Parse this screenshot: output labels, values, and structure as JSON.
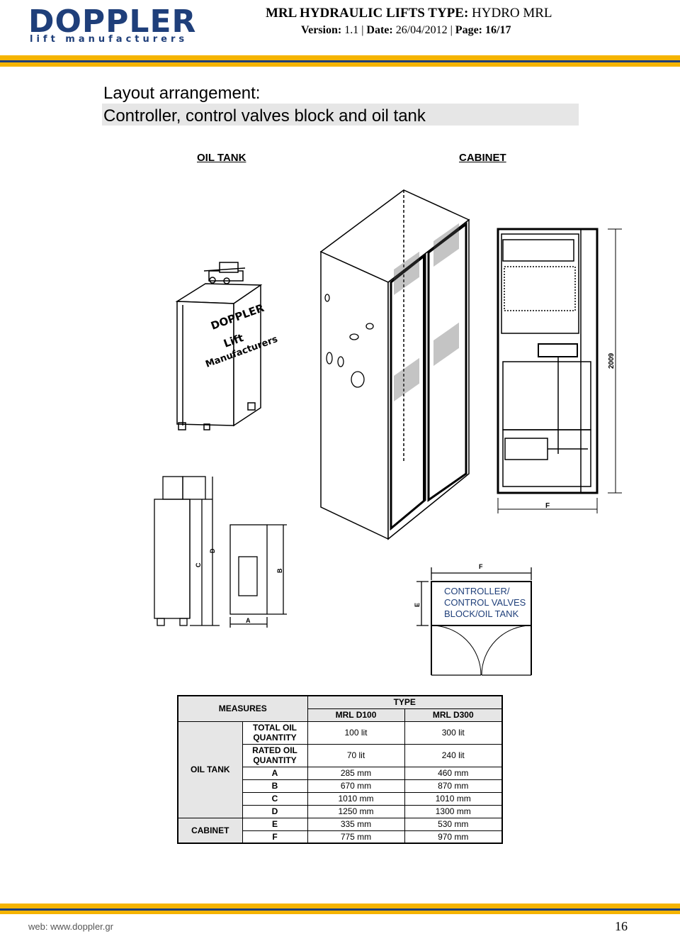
{
  "header": {
    "logo_text": "DOPPLER",
    "logo_sub": "lift manufacturers",
    "doc_title_label": "MRL HYDRAULIC LIFTS TYPE:",
    "doc_title_value": "HYDRO MRL",
    "version_label": "Version:",
    "version_value": "1.1",
    "date_label": "Date:",
    "date_value": "26/04/2012",
    "page_label": "Page:",
    "page_value": "16/17",
    "colors": {
      "brand_blue": "#1f3f7a",
      "brand_yellow": "#f5b400"
    }
  },
  "section": {
    "title_line1": "Layout arrangement:",
    "title_line2": "Controller, control valves block and oil tank"
  },
  "drawings": {
    "oil_tank_caption": "OIL TANK",
    "cabinet_caption": "CABINET",
    "tank_brand": "DOPPLER",
    "tank_lift": "Lift",
    "tank_manufacturers": "Manufacturers",
    "dim_a": "A",
    "dim_b": "B",
    "dim_c": "C",
    "dim_d": "D",
    "dim_e": "E",
    "dim_f": "F",
    "cabinet_height": "2009",
    "plan_label_1": "CONTROLLER/",
    "plan_label_2": "CONTROL VALVES",
    "plan_label_3": "BLOCK/OIL TANK"
  },
  "table": {
    "measures": "MEASURES",
    "type": "TYPE",
    "col1": "MRL D100",
    "col2": "MRL D300",
    "group_oil_tank": "OIL TANK",
    "group_cabinet": "CABINET",
    "rows": [
      {
        "label": "TOTAL OIL QUANTITY",
        "d100": "100 lit",
        "d300": "300 lit"
      },
      {
        "label": "RATED OIL QUANTITY",
        "d100": "70 lit",
        "d300": "240 lit"
      },
      {
        "label": "A",
        "d100": "285 mm",
        "d300": "460 mm"
      },
      {
        "label": "B",
        "d100": "670 mm",
        "d300": "870 mm"
      },
      {
        "label": "C",
        "d100": "1010 mm",
        "d300": "1010 mm"
      },
      {
        "label": "D",
        "d100": "1250 mm",
        "d300": "1300 mm"
      },
      {
        "label": "E",
        "d100": "335 mm",
        "d300": "530 mm"
      },
      {
        "label": "F",
        "d100": "775 mm",
        "d300": "970 mm"
      }
    ]
  },
  "footer": {
    "web": "web: www.doppler.gr",
    "page_number": "16"
  }
}
